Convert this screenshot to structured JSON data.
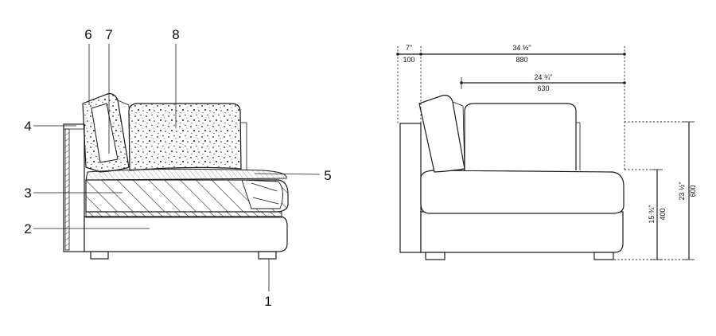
{
  "section_view": {
    "callouts": [
      "1",
      "2",
      "3",
      "4",
      "5",
      "6",
      "7",
      "8"
    ]
  },
  "dimension_view": {
    "arm_width_in": "7\"",
    "arm_width_mm": "100",
    "overall_width_in": "34 ½\"",
    "overall_width_mm": "880",
    "seat_width_in": "24 ¾\"",
    "seat_width_mm": "630",
    "seat_height_in": "15 ¾\"",
    "seat_height_mm": "400",
    "overall_height_in": "23 ½\"",
    "overall_height_mm": "600"
  }
}
